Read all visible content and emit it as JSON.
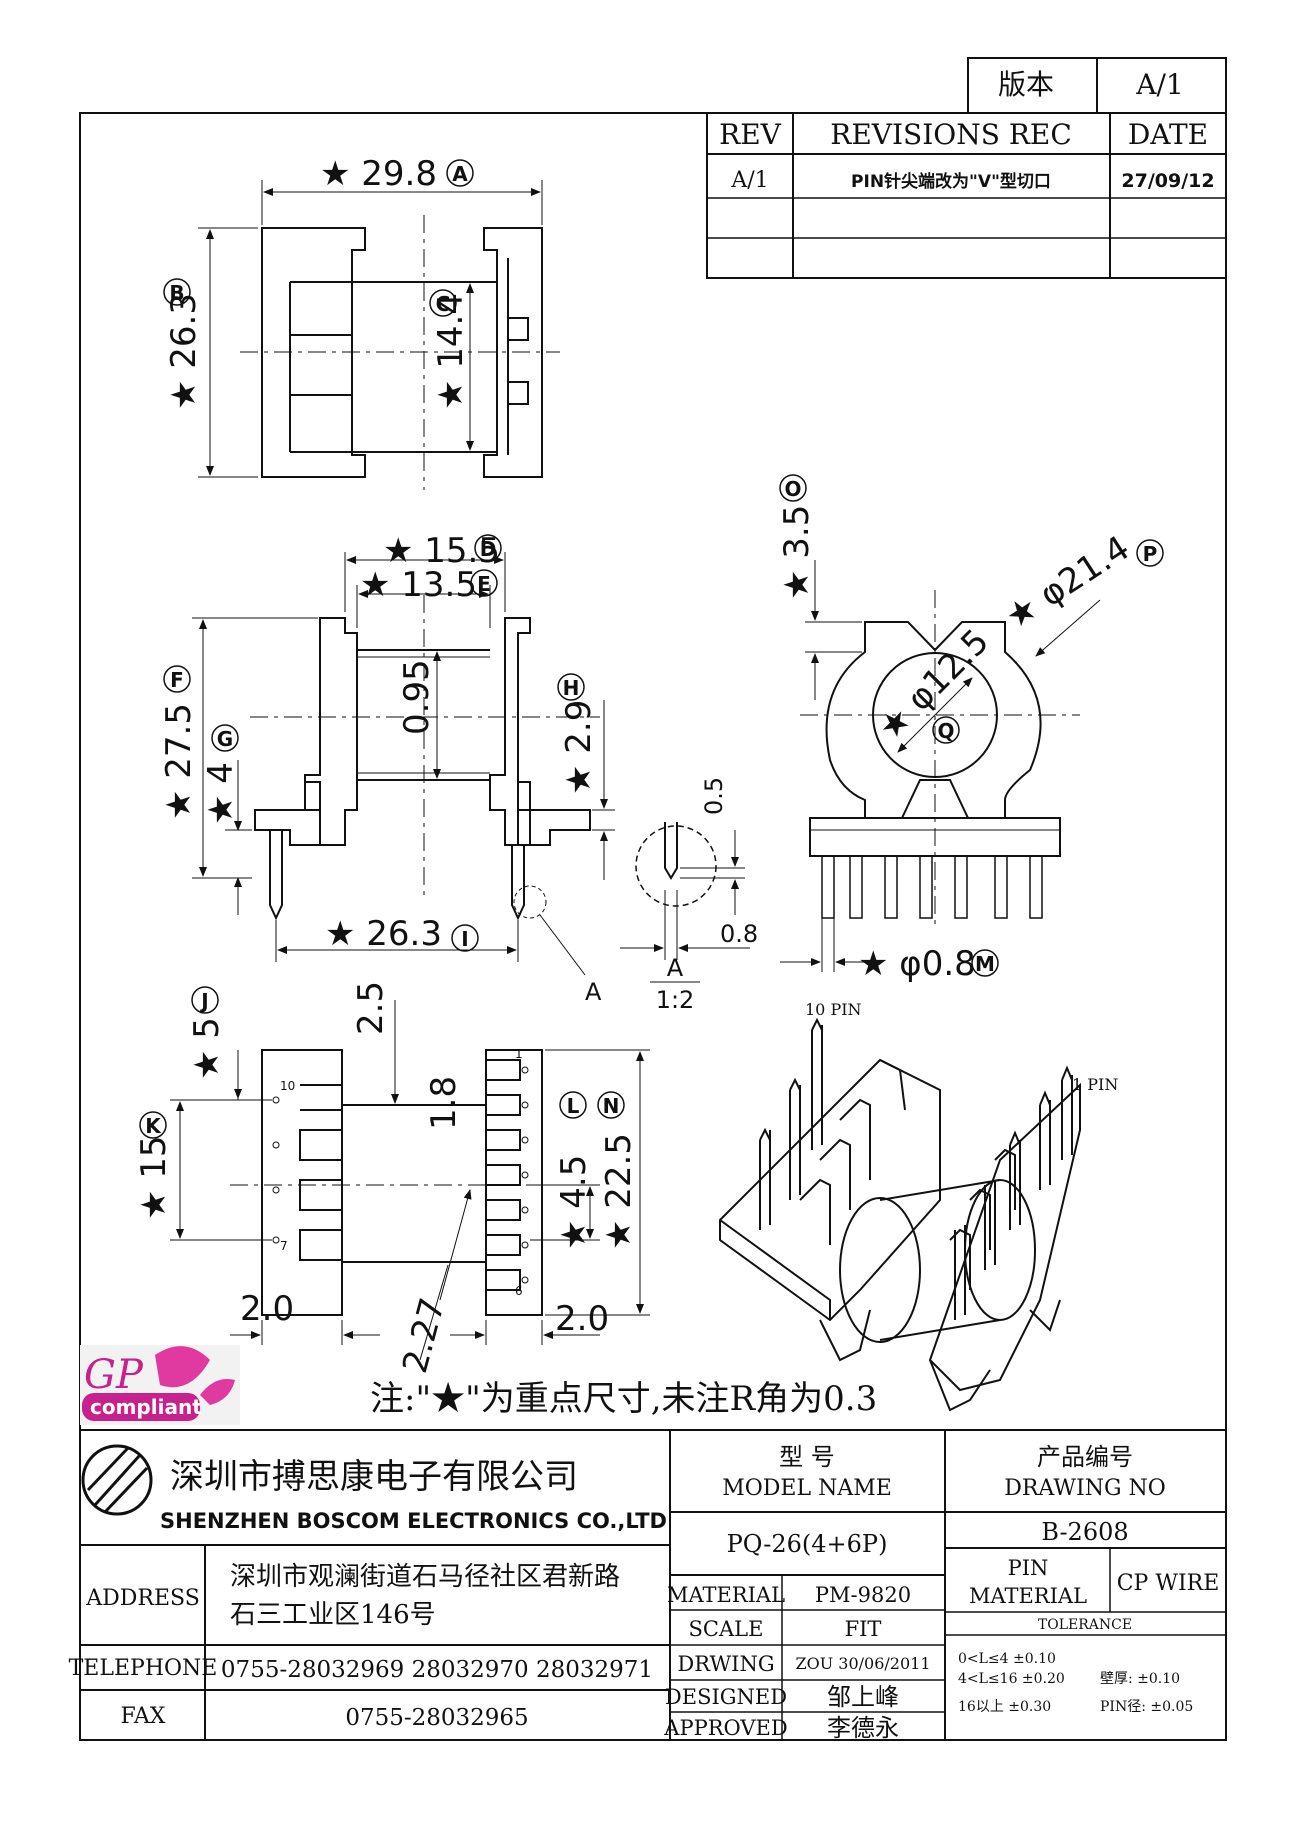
{
  "version_box": {
    "label": "版本",
    "value": "A/1"
  },
  "revisions": {
    "header": {
      "rev": "REV",
      "rec": "REVISIONS REC",
      "date": "DATE"
    },
    "rows": [
      {
        "rev": "A/1",
        "rec": "PIN针尖端改为\"V\"型切口",
        "date": "27/09/12"
      }
    ]
  },
  "dims": {
    "top": {
      "width": "★ 29.8",
      "width_ref": "A",
      "height": "★ 26.3",
      "height_ref": "B",
      "inner": "★ 14.4",
      "inner_ref": "C"
    },
    "side": {
      "d": "★ 15.5",
      "d_ref": "D",
      "e": "★ 13.5",
      "e_ref": "E",
      "f": "★ 27.5",
      "f_ref": "F",
      "g": "★ 4",
      "g_ref": "G",
      "h": "★ 2.9",
      "h_ref": "H",
      "i": "★ 26.3",
      "i_ref": "I",
      "center": "0.95",
      "detail_callout": "A"
    },
    "detail": {
      "top": "0.5",
      "side": "0.8",
      "label": "A",
      "scale": "1:2"
    },
    "end": {
      "o": "★ 3.5",
      "o_ref": "O",
      "p": "★ φ21.4",
      "p_ref": "P",
      "q": "★ φ12.5",
      "q_ref": "Q",
      "m": "★ φ0.8",
      "m_ref": "M"
    },
    "bottom": {
      "j": "★ 5",
      "j_ref": "J",
      "k": "★ 15",
      "k_ref": "K",
      "l": "★ 4.5",
      "l_ref": "L",
      "n": "★ 22.5",
      "n_ref": "N",
      "top": "2.5",
      "mid": "1.8",
      "left": "2.0",
      "right": "2.0",
      "diag": "2.27",
      "pin10": "10",
      "pin7": "7",
      "pin1": "1",
      "pin6": "6"
    },
    "iso": {
      "pin10": "10 PIN",
      "pin1": "1 PIN"
    }
  },
  "logo": {
    "text1": "GP",
    "text2": "compliant"
  },
  "note": "注:\"★\"为重点尺寸,未注R角为0.3",
  "title_block": {
    "company_cn": "深圳市搏思康电子有限公司",
    "company_en": "SHENZHEN BOSCOM ELECTRONICS CO.,LTD",
    "model_label_cn": "型        号",
    "model_label_en": "MODEL NAME",
    "drawing_label_cn": "产品编号",
    "drawing_label_en": "DRAWING NO",
    "model_value": "PQ-26(4+6P)",
    "drawing_value": "B-2608",
    "address_label": "ADDRESS",
    "address_line1": "深圳市观澜街道石马径社区君新路",
    "address_line2": "石三工业区146号",
    "telephone_label": "TELEPHONE",
    "telephone_value": "0755-28032969 28032970 28032971",
    "fax_label": "FAX",
    "fax_value": "0755-28032965",
    "material_label": "MATERIAL",
    "material_value": "PM-9820",
    "scale_label": "SCALE",
    "scale_value": "FIT",
    "drawing_row_label": "DRWING",
    "drawing_row_value": "ZOU 30/06/2011",
    "designed_label": "DESIGNED",
    "designed_value": "邹上峰",
    "approved_label": "APPROVED",
    "approved_value": "李德永",
    "pin_material_label1": "PIN",
    "pin_material_label2": "MATERIAL",
    "pin_material_value": "CP WIRE",
    "tolerance_label": "TOLERANCE",
    "tol1": "0<L≤4  ±0.10",
    "tol2": "4<L≤16  ±0.20",
    "tol3": "16以上      ±0.30",
    "tol_wall": "壁厚:   ±0.10",
    "tol_pin": "PIN径: ±0.05"
  }
}
